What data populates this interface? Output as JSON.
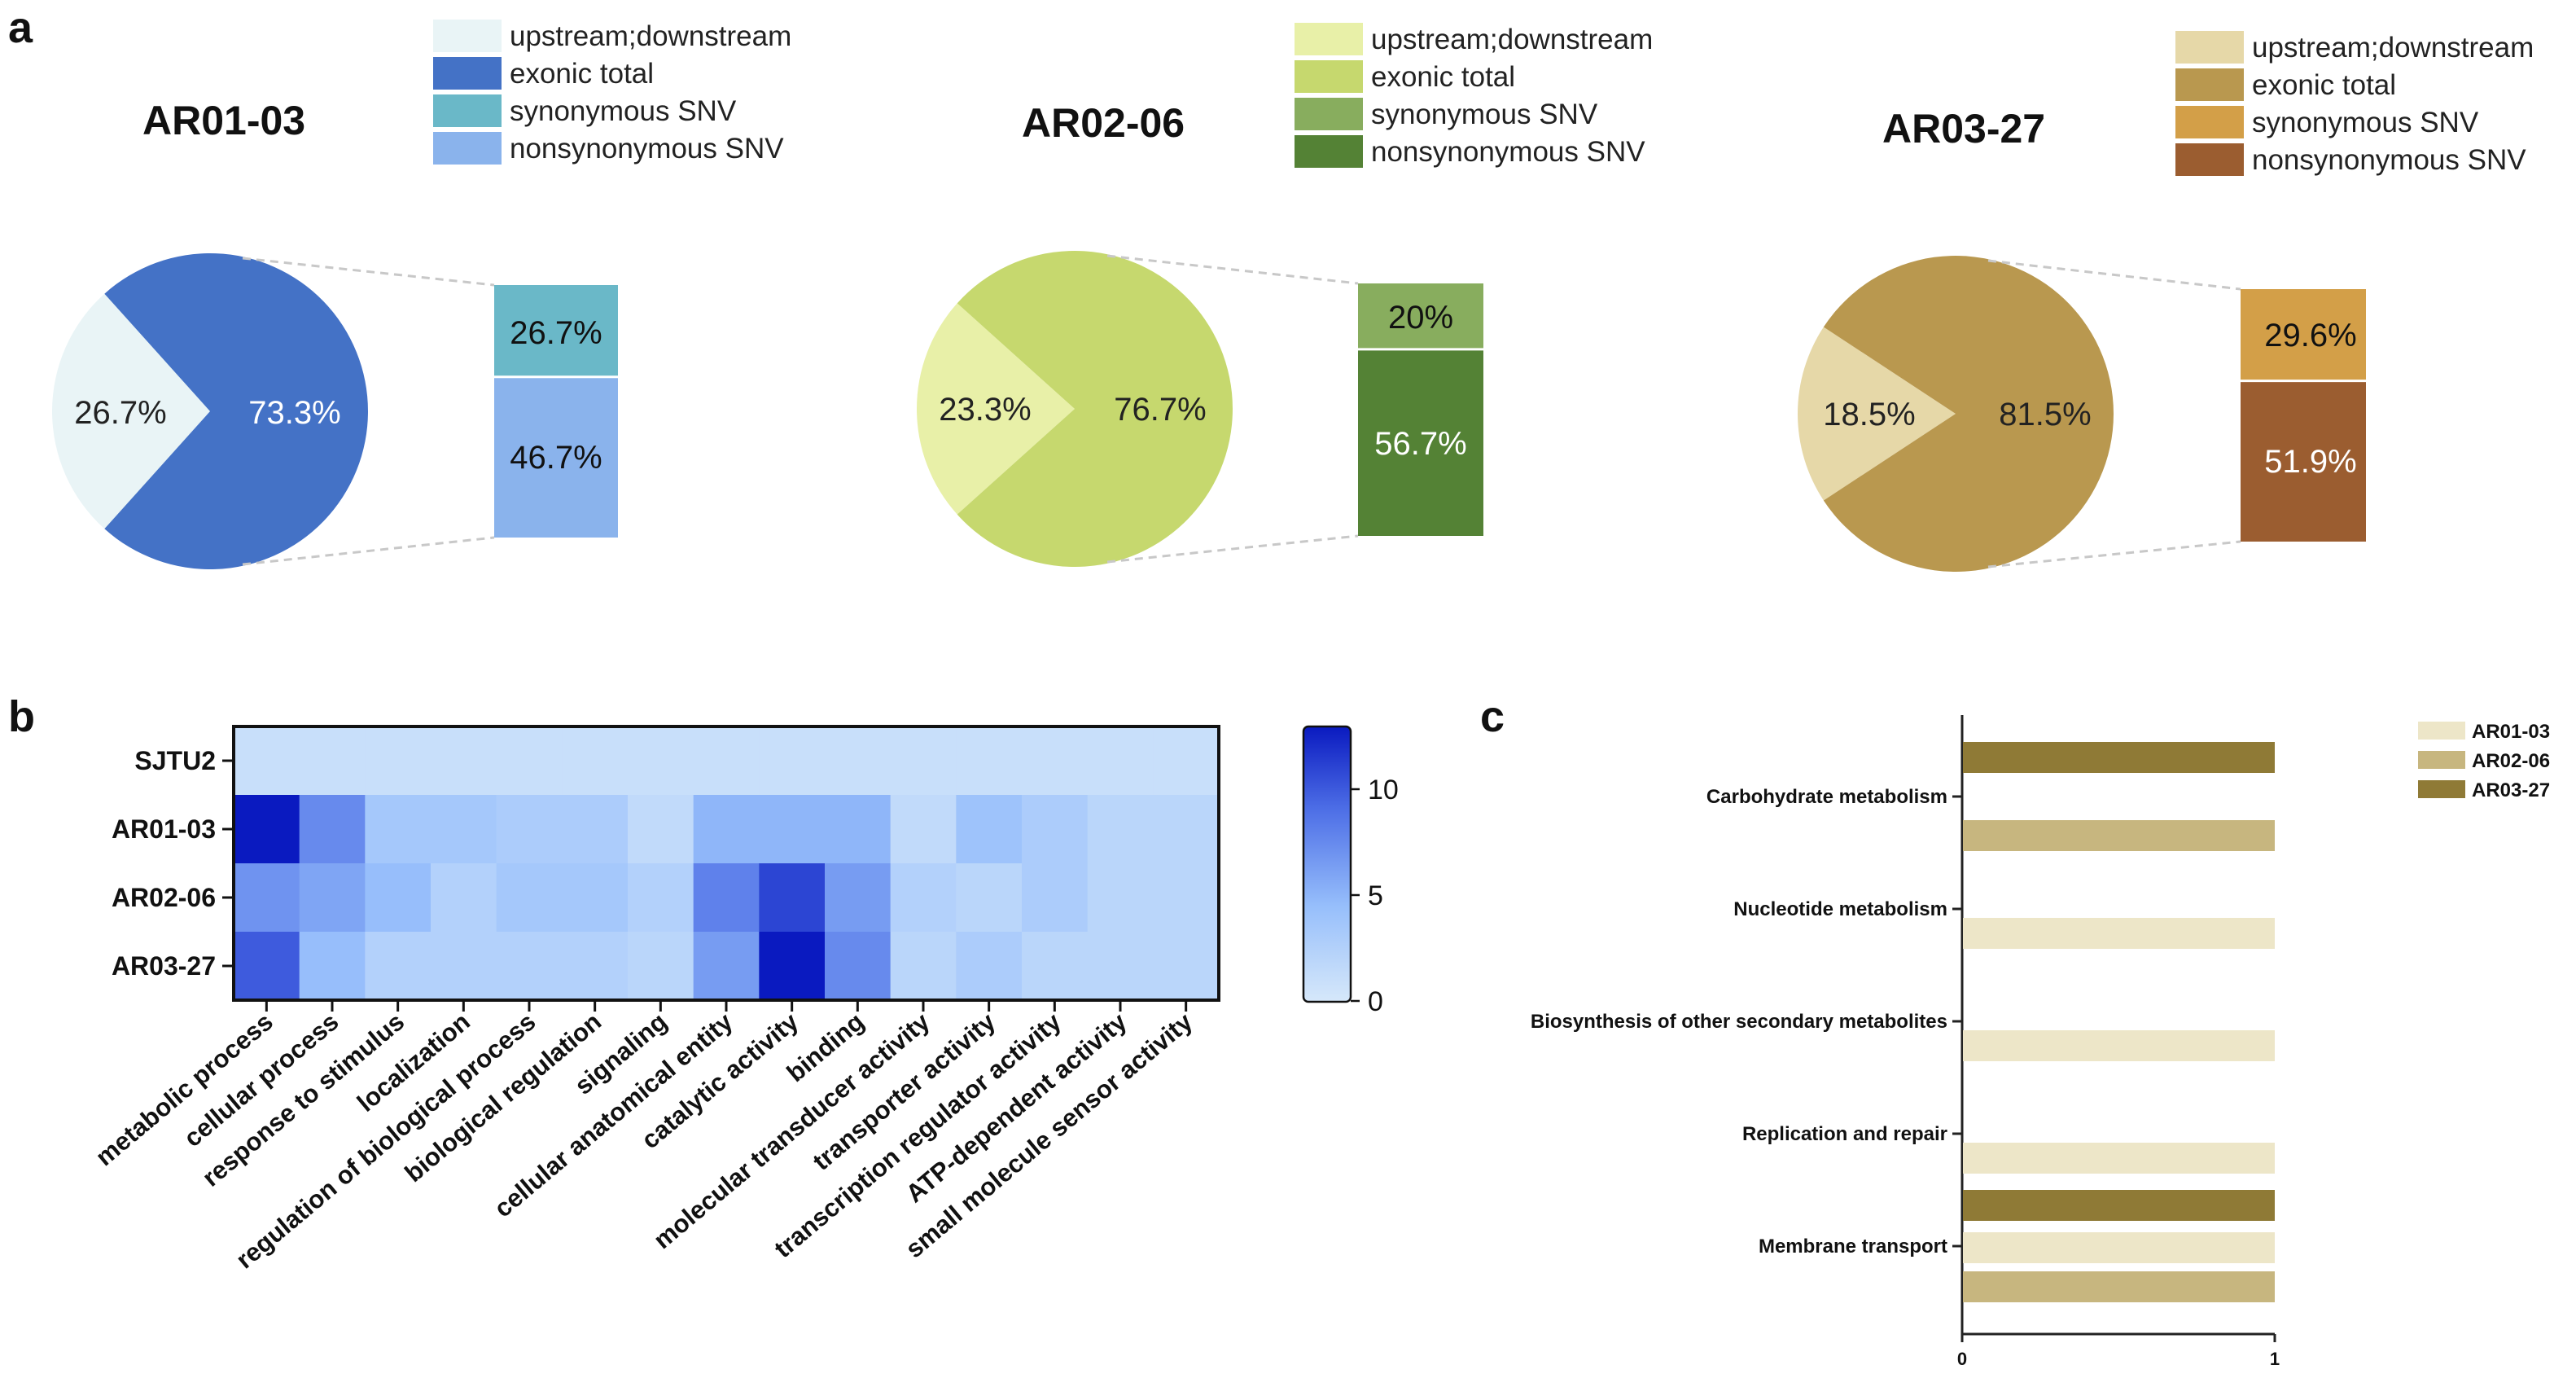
{
  "panel_a": {
    "letter": "a",
    "legend_labels": [
      "upstream;downstream",
      "exonic total",
      "synonymous SNV",
      "nonsynonymous SNV"
    ],
    "samples": [
      {
        "title": "AR01-03",
        "colors": {
          "updown": "#e9f4f6",
          "exonic": "#4472c6",
          "syn": "#6ab8c8",
          "nonsyn": "#8ab3ec"
        },
        "slices": {
          "updown": 26.7,
          "exonic": 73.3
        },
        "slice_labels": {
          "updown": "26.7%",
          "exonic": "73.3%"
        },
        "bar_values": {
          "syn": 26.7,
          "nonsyn": 46.7
        },
        "bar_labels": {
          "syn": "26.7%",
          "nonsyn": "46.7%"
        }
      },
      {
        "title": "AR02-06",
        "colors": {
          "updown": "#e8f0a8",
          "exonic": "#c6d86e",
          "syn": "#88ad5e",
          "nonsyn": "#548235"
        },
        "slices": {
          "updown": 23.3,
          "exonic": 76.7
        },
        "slice_labels": {
          "updown": "23.3%",
          "exonic": "76.7%"
        },
        "bar_values": {
          "syn": 20,
          "nonsyn": 56.7
        },
        "bar_labels": {
          "syn": "20%",
          "nonsyn": "56.7%"
        }
      },
      {
        "title": "AR03-27",
        "colors": {
          "updown": "#e6d8a8",
          "exonic": "#b9984f",
          "syn": "#d39f48",
          "nonsyn": "#9b5d30"
        },
        "slices": {
          "updown": 18.5,
          "exonic": 81.5
        },
        "slice_labels": {
          "updown": "18.5%",
          "exonic": "81.5%"
        },
        "bar_values": {
          "syn": 29.6,
          "nonsyn": 51.9
        },
        "bar_labels": {
          "syn": "29.6%",
          "nonsyn": "51.9%"
        }
      }
    ]
  },
  "panel_b": {
    "letter": "b",
    "colorbar_ticks": [
      "0",
      "5",
      "10"
    ]
  },
  "panel_c": {
    "letter": "c"
  },
  "chart_data": [
    {
      "type": "pie",
      "title": "AR01-03",
      "labels": [
        "upstream;downstream",
        "exonic total"
      ],
      "values": [
        26.7,
        73.3
      ],
      "breakdown": {
        "labels": [
          "synonymous SNV",
          "nonsynonymous SNV"
        ],
        "values": [
          26.7,
          46.7
        ]
      }
    },
    {
      "type": "pie",
      "title": "AR02-06",
      "labels": [
        "upstream;downstream",
        "exonic total"
      ],
      "values": [
        23.3,
        76.7
      ],
      "breakdown": {
        "labels": [
          "synonymous SNV",
          "nonsynonymous SNV"
        ],
        "values": [
          20,
          56.7
        ]
      }
    },
    {
      "type": "pie",
      "title": "AR03-27",
      "labels": [
        "upstream;downstream",
        "exonic total"
      ],
      "values": [
        18.5,
        81.5
      ],
      "breakdown": {
        "labels": [
          "synonymous SNV",
          "nonsynonymous SNV"
        ],
        "values": [
          29.6,
          51.9
        ]
      }
    },
    {
      "type": "heatmap",
      "rows": [
        "SJTU2",
        "AR01-03",
        "AR02-06",
        "AR03-27"
      ],
      "columns": [
        "metabolic process",
        "cellular process",
        "response to stimulus",
        "localization",
        "regulation of biological process",
        "biological regulation",
        "signaling",
        "cellular anatomical entity",
        "catalytic activity",
        "binding",
        "molecular transducer activity",
        "transporter activity",
        "transcription regulator activity",
        "ATP-dependent activity",
        "small molecule sensor activity"
      ],
      "values": [
        [
          1,
          1,
          1,
          1,
          1,
          1,
          1,
          1,
          1,
          1,
          1,
          1,
          1,
          1,
          1
        ],
        [
          13,
          7.5,
          3.5,
          3.5,
          3,
          3,
          1.5,
          5,
          5,
          5,
          1.5,
          4,
          3,
          2,
          2
        ],
        [
          7,
          6,
          4.5,
          2.5,
          3.5,
          3.5,
          2.5,
          8,
          11,
          6.5,
          2.5,
          2,
          3,
          2,
          2
        ],
        [
          10,
          4.5,
          2.5,
          2.5,
          2.5,
          2.5,
          2,
          6.5,
          13,
          7.5,
          2,
          3,
          2,
          2,
          2
        ]
      ],
      "zlim": [
        0,
        13
      ],
      "colorbar_ticks": [
        0,
        5,
        10
      ]
    },
    {
      "type": "bar",
      "orientation": "horizontal",
      "categories": [
        "Carbohydrate metabolism",
        "Nucleotide metabolism",
        "Biosynthesis of  other secondary metabolites",
        "Replication and repair",
        "Membrane transport"
      ],
      "series": [
        {
          "name": "AR01-03",
          "color": "#ede6c8",
          "values": [
            0,
            1,
            1,
            1,
            1
          ]
        },
        {
          "name": "AR02-06",
          "color": "#c7b67f",
          "values": [
            1,
            0,
            0,
            0,
            1
          ]
        },
        {
          "name": "AR03-27",
          "color": "#8f7a36",
          "values": [
            1,
            0,
            0,
            0,
            1
          ]
        }
      ],
      "xlim": [
        0,
        1
      ],
      "xticks": [
        "0",
        "1"
      ],
      "legend": "top-right"
    }
  ]
}
